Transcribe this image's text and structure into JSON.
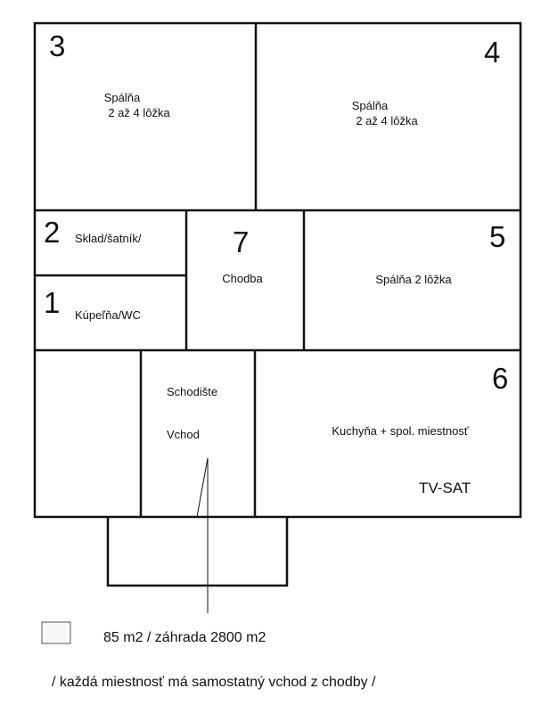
{
  "rooms": {
    "r3": {
      "number": "3",
      "line1": "Spálňa",
      "line2": "2 až 4 lôžka"
    },
    "r4": {
      "number": "4",
      "line1": "Spálňa",
      "line2": "2 až 4 lôžka"
    },
    "r2": {
      "number": "2",
      "label": "Sklad/šatník/"
    },
    "r1": {
      "number": "1",
      "label": "Kúpeľňa/WC"
    },
    "r7": {
      "number": "7",
      "label": "Chodba"
    },
    "r5": {
      "number": "5",
      "label": "Spálňa 2 lôžka"
    },
    "r6": {
      "number": "6",
      "label": "Kuchyňa + spol. miestnosť",
      "extra": "TV-SAT"
    },
    "stairs": {
      "label": "Schodište",
      "entrance": "Vchod"
    }
  },
  "legend": {
    "area": "85 m2 / záhrada 2800 m2",
    "note": "/ každá miestnosť má samostatný vchod z chodby /"
  },
  "colors": {
    "line": "#111111",
    "background": "#ffffff"
  }
}
